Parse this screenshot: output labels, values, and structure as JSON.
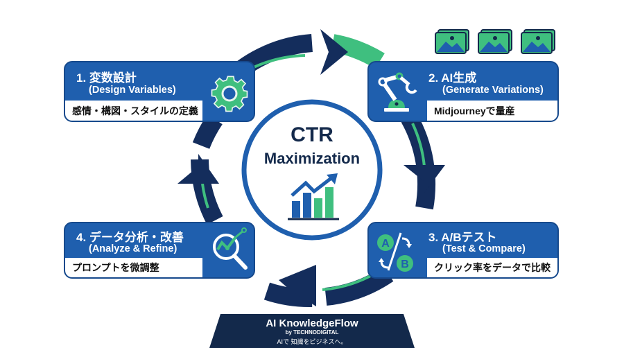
{
  "center": {
    "title": "CTR",
    "subtitle": "Maximization",
    "icon": "growth-chart-icon"
  },
  "steps": [
    {
      "number": "1.",
      "title": "1. 変数設計",
      "subtitle": "(Design Variables)",
      "description": "感情・構図・スタイルの定義",
      "icon": "gear-icon"
    },
    {
      "number": "2.",
      "title": "2. AI生成",
      "subtitle": "(Generate Variations)",
      "description": "Midjourneyで量産",
      "icon": "robot-arm-icon"
    },
    {
      "number": "3.",
      "title": "3. A/Bテスト",
      "subtitle": "(Test & Compare)",
      "description": "クリック率をデータで比較",
      "icon": "ab-swap-icon"
    },
    {
      "number": "4.",
      "title": "4. データ分析・改善",
      "subtitle": "(Analyze & Refine)",
      "description": "プロンプトを微調整",
      "icon": "magnifier-analytics-icon"
    }
  ],
  "image_stack": {
    "count": 3,
    "icon": "image-icon"
  },
  "footer": {
    "brand": "AI KnowledgeFlow",
    "byline": "by TECHNODIGITAL",
    "tagline": "AIで 知識をビジネスへ。"
  },
  "colors": {
    "box_blue": "#1f5fae",
    "navy": "#13294b",
    "green": "#3fbf7f",
    "ring_navy": "#142d5c"
  }
}
